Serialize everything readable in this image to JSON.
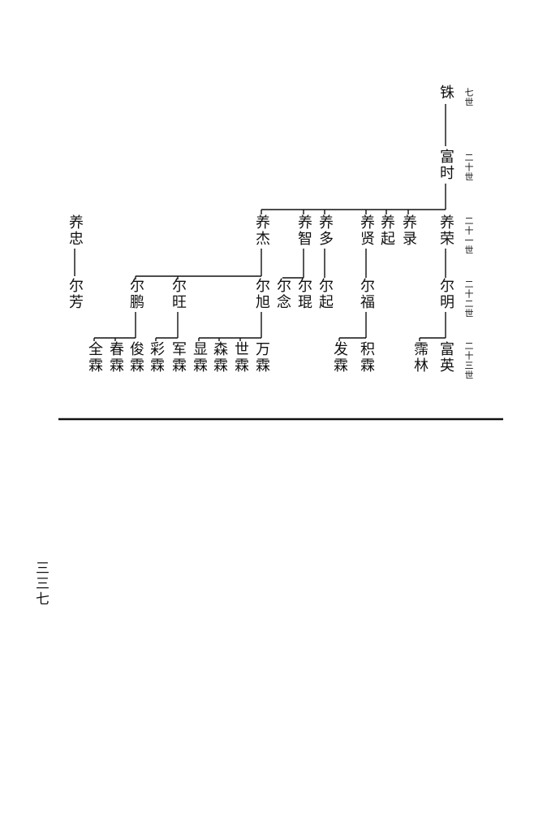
{
  "generations": [
    "七世",
    "二十世",
    "二十一世",
    "二十二世",
    "二十三世"
  ],
  "people": {
    "p_root": "铢",
    "p_fushi": "富时",
    "p_yangrong": "养荣",
    "p_yanglu": "养录",
    "p_yangqi": "养起",
    "p_yangxian": "养贤",
    "p_yangduo": "养多",
    "p_yangzhi": "养智",
    "p_yangjie": "养杰",
    "p_yangzhong": "养忠",
    "p_erming": "尔明",
    "p_erfu": "尔福",
    "p_erqi": "尔起",
    "p_erkun": "尔琨",
    "p_ernian": "尔念",
    "p_erxu": "尔旭",
    "p_erwang": "尔旺",
    "p_erpeng": "尔鹏",
    "p_erfang": "尔芳",
    "p_fuying": "富英",
    "p_xulin": "霈林",
    "p_jilin": "积霖",
    "p_falin": "发霖",
    "p_wanlin": "万霖",
    "p_shilin": "世霖",
    "p_senlin": "森霖",
    "p_xianlin": "显霖",
    "p_junlin": "军霖",
    "p_cailin": "彩霖",
    "p_junlin2": "俊霖",
    "p_chunlin": "春霖",
    "p_quanlin": "全霖"
  },
  "page_number": "三三七"
}
